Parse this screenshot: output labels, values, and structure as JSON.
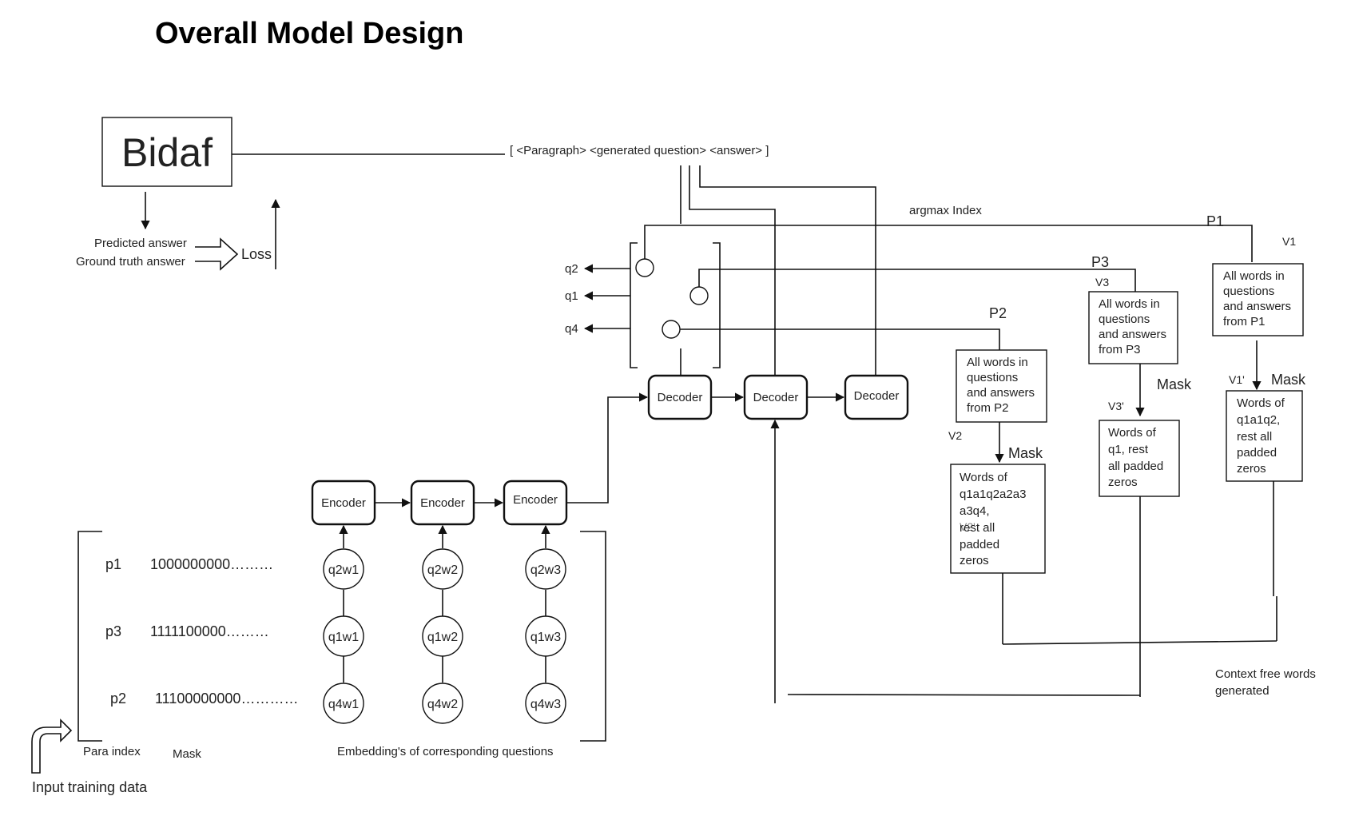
{
  "title": "Overall Model Design",
  "bidaf": {
    "label": "Bidaf"
  },
  "loss_block": {
    "predicted_answer": "Predicted answer",
    "ground_truth_answer": "Ground truth answer",
    "loss": "Loss"
  },
  "sequence_label": "[ <Paragraph> <generated question> <answer> ]",
  "argmax_label": "argmax Index",
  "queries": [
    "q2",
    "q1",
    "q4"
  ],
  "encoders": [
    "Encoder",
    "Encoder",
    "Encoder"
  ],
  "decoders": [
    "Decoder",
    "Decoder",
    "Decoder"
  ],
  "paragraphs": [
    {
      "label": "p1",
      "mask": "1000000000………"
    },
    {
      "label": "p3",
      "mask": "1111100000………"
    },
    {
      "label": "p2",
      "mask": "11100000000…………"
    }
  ],
  "embedding_rows": [
    [
      "q2w1",
      "q2w2",
      "q2w3"
    ],
    [
      "q1w1",
      "q1w2",
      "q1w3"
    ],
    [
      "q4w1",
      "q4w2",
      "q4w3"
    ]
  ],
  "bottom_labels": {
    "para_index": "Para index",
    "mask": "Mask",
    "embeddings": "Embedding's of corresponding questions",
    "input_training_data": "Input training data"
  },
  "branches": {
    "p2": {
      "label": "P2",
      "v": "V2",
      "v_prime": "V2'",
      "mask": "Mask",
      "vocab_lines": [
        "All words in",
        "questions",
        "and answers",
        "from P2"
      ],
      "masked_lines": [
        "Words of",
        "q1a1q2a2a3",
        "a3q4,",
        "rest all",
        "padded",
        "zeros"
      ]
    },
    "p3": {
      "label": "P3",
      "v": "V3",
      "v_prime": "V3'",
      "mask": "Mask",
      "vocab_lines": [
        "All words in",
        "questions",
        "and answers",
        "from P3"
      ],
      "masked_lines": [
        "Words of",
        "q1,  rest",
        "all padded",
        "zeros"
      ]
    },
    "p1": {
      "label": "P1",
      "v": "V1",
      "v_prime": "V1'",
      "mask": "Mask",
      "vocab_lines": [
        "All words in",
        "questions",
        "and answers",
        "from P1"
      ],
      "masked_lines": [
        "Words of",
        "q1a1q2,",
        "rest all",
        "padded",
        "zeros"
      ]
    }
  },
  "context_free_lines": [
    "Context free words",
    "generated"
  ]
}
